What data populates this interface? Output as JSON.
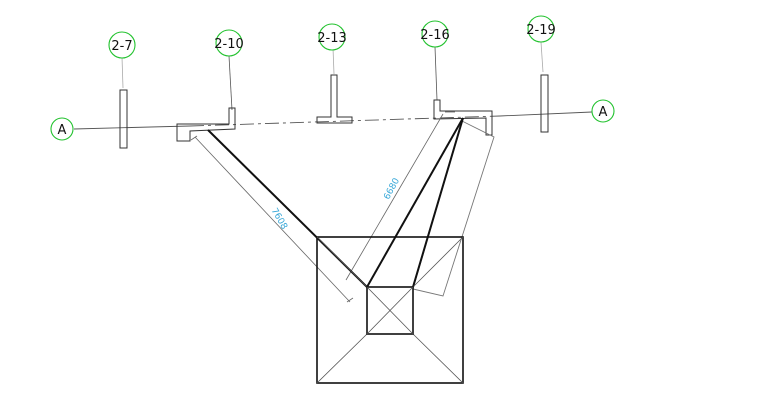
{
  "colors": {
    "line": "#111111",
    "thin": "#555555",
    "grid_bubble": "#22c22e",
    "leader": "#aaaaaa",
    "dimension": "#38a8d8"
  },
  "grid": {
    "axis_label_left": "A",
    "axis_label_right": "A",
    "columns": [
      "2-7",
      "2-10",
      "2-13",
      "2-16",
      "2-19"
    ]
  },
  "dimensions": {
    "left_brace": "7608",
    "right_brace": "6680"
  }
}
